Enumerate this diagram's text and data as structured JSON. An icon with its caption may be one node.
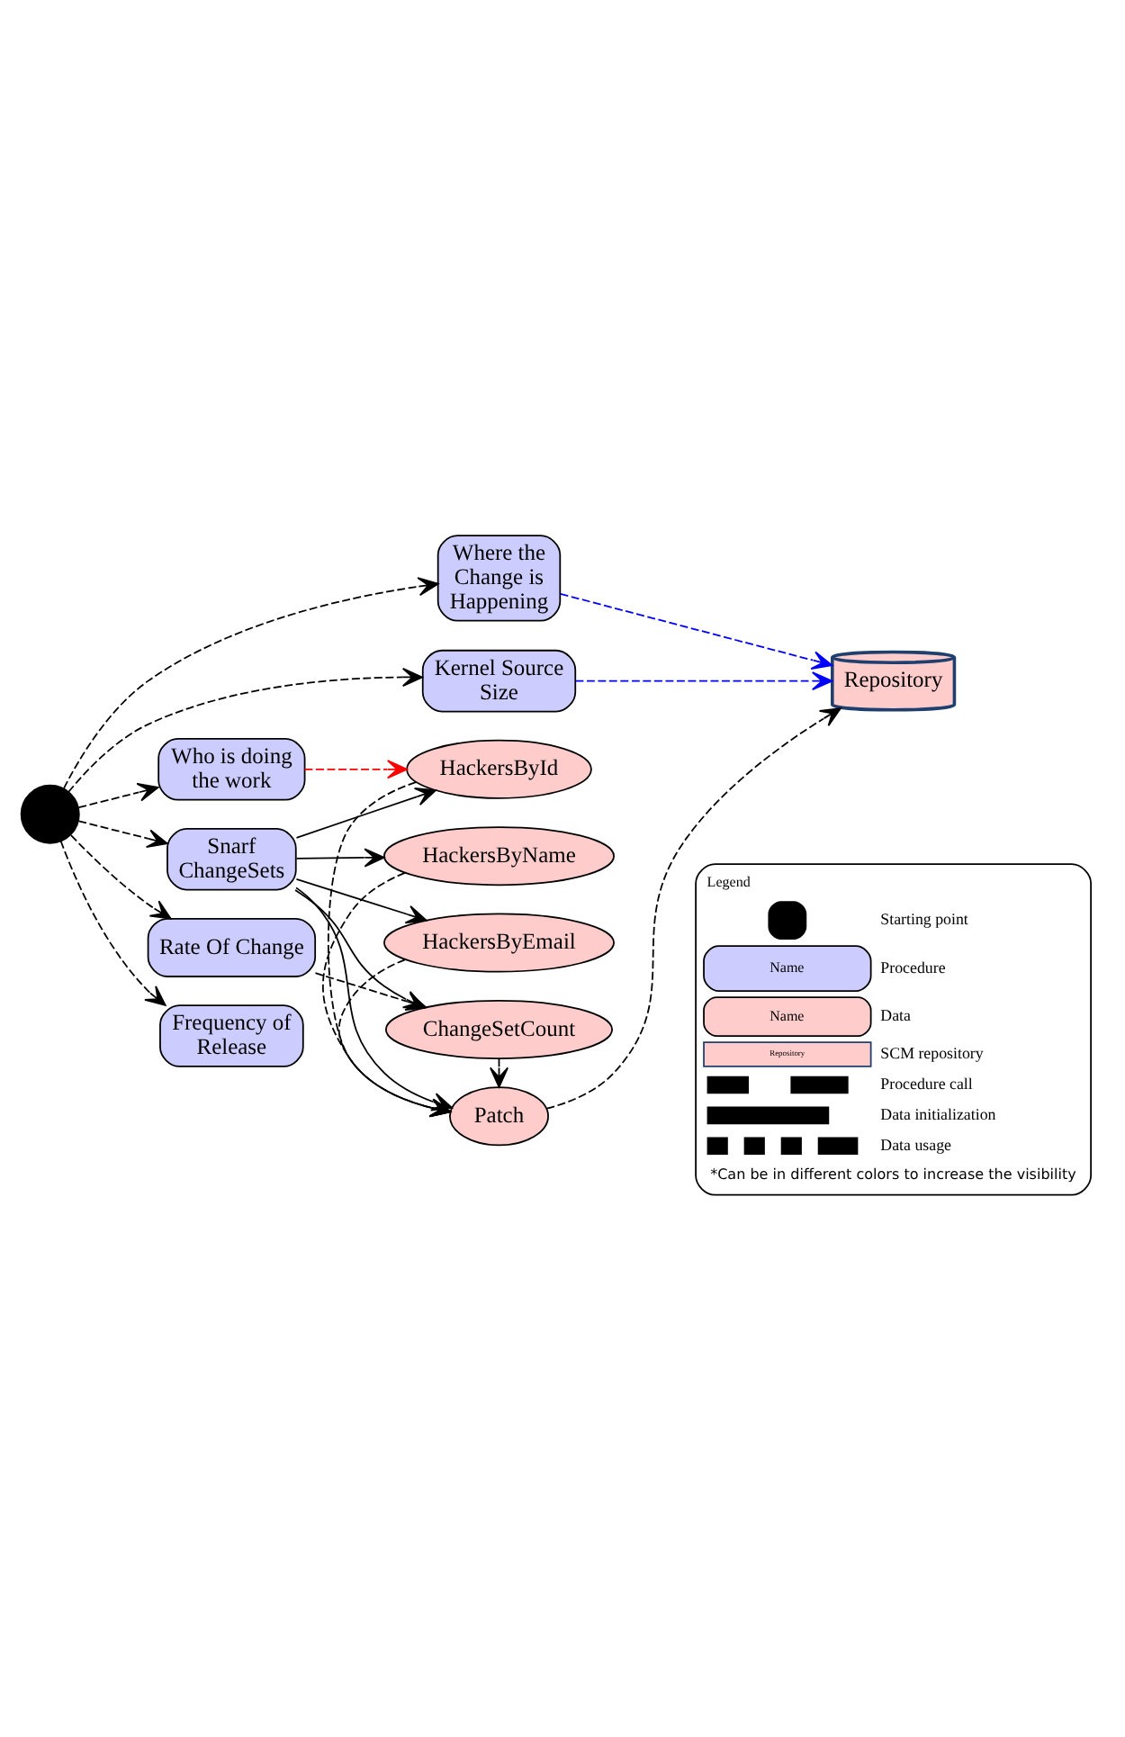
{
  "diagram": {
    "nodes": [
      {
        "text": [],
        "shape": "circle"
      },
      {
        "text": [
          "Repository"
        ]
      },
      {
        "text": [
          "Snarf ChangeSets"
        ]
      },
      {
        "text": [
          "Patch"
        ]
      },
      {
        "text": [
          "HackersByEmail"
        ]
      },
      {
        "text": [
          "HackersByName"
        ]
      },
      {
        "text": [
          "HackersById"
        ]
      },
      {
        "text": [
          "ChangeSetCount"
        ]
      },
      {
        "text": [
          "Frequency of Release"
        ]
      },
      {
        "text": [
          "Rate Of Change"
        ]
      },
      {
        "text": [
          "Kernel Source Size"
        ]
      },
      {
        "text": [
          "Where the Change is Happening"
        ]
      },
      {
        "text": [
          "Who is doing the work"
        ]
      }
    ],
    "edges": [
      {
        "from": 0,
        "to": 2,
        "arrow": "to",
        "style": "dashed"
      },
      {
        "from": 0,
        "to": 8,
        "arrow": "to",
        "style": "dashed"
      },
      {
        "from": 0,
        "to": 9,
        "arrow": "to",
        "style": "dashed"
      },
      {
        "from": 0,
        "to": 10,
        "arrow": "to",
        "style": "dashed"
      },
      {
        "from": 0,
        "to": 11,
        "arrow": "to",
        "style": "dashed"
      },
      {
        "from": 0,
        "to": 12,
        "arrow": "to",
        "style": "dashed"
      },
      {
        "from": 2,
        "to": 3,
        "arrow": "to"
      },
      {
        "from": 2,
        "to": 4,
        "arrow": "to"
      },
      {
        "from": 2,
        "to": 5,
        "arrow": "to"
      },
      {
        "from": 2,
        "to": 6,
        "arrow": "to"
      },
      {
        "from": 2,
        "to": 7,
        "arrow": "to"
      },
      {
        "from": 3,
        "to": 1,
        "arrow": "to",
        "style": "dashed"
      },
      {
        "from": 4,
        "to": 3,
        "arrow": "to",
        "style": "dashed"
      },
      {
        "from": 5,
        "to": 3,
        "arrow": "to",
        "style": "dashed"
      },
      {
        "from": 6,
        "to": 3,
        "arrow": "to",
        "style": "dashed"
      },
      {
        "from": 7,
        "to": 3,
        "arrow": "to",
        "style": "dashed"
      },
      {
        "from": 9,
        "to": 7,
        "arrow": "to",
        "style": "dashed"
      },
      {
        "from": 10,
        "to": 1,
        "arrow": "to",
        "style": "dashed",
        "color": "#0000ff"
      },
      {
        "from": 11,
        "to": 1,
        "arrow": "to",
        "style": "dashed",
        "color": "#0000ff"
      },
      {
        "from": 12,
        "to": 6,
        "arrow": "to",
        "style": "dashed",
        "color": "#ff0000"
      }
    ],
    "labels": [
      "Legend",
      "Name",
      "Name",
      "Repository",
      "*Can be in different colors to increase the visibility"
    ],
    "legend": [
      {
        "text": "Starting point"
      },
      {
        "text": "Procedure"
      },
      {
        "text": "Data"
      },
      {
        "text": "SCM repository"
      },
      {
        "text": "Procedure call"
      },
      {
        "text": "Data initialization"
      },
      {
        "text": "Data usage"
      }
    ]
  }
}
